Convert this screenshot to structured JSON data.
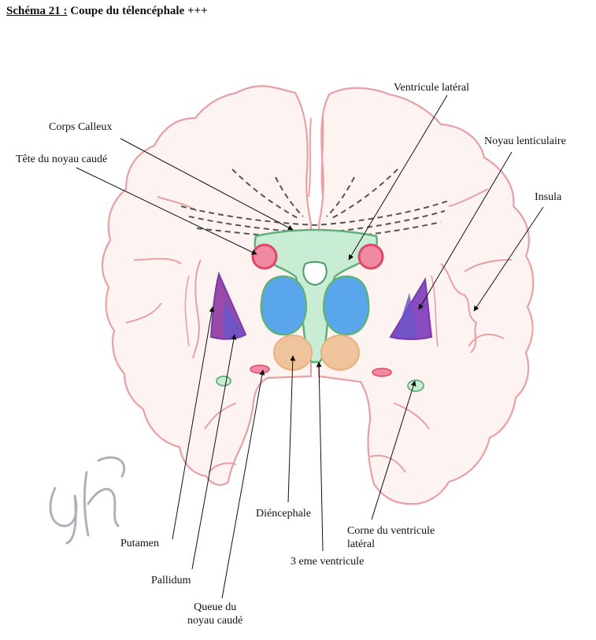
{
  "title": {
    "number": "Schéma 21 :",
    "text": "Coupe du télencéphale +++"
  },
  "labels": {
    "ventricule_lateral": "Ventricule latéral",
    "corps_calleux": "Corps Calleux",
    "noyau_lenticulaire": "Noyau lenticulaire",
    "tete_noyau_caude": "Tête du noyau caudé",
    "insula": "Insula",
    "dienecephale": "Diéncephale",
    "corne_line1": "Corne du ventricule",
    "corne_line2": "latéral",
    "putamen": "Putamen",
    "troisieme_ventricule": "3 eme ventricule",
    "pallidum": "Pallidum",
    "queue_line1": "Queue du",
    "queue_line2": "noyau caudé"
  },
  "colors": {
    "cortex_outline": "#e8a0a6",
    "cortex_fill": "#fdf4f2",
    "ventricle_green": "#5fb07a",
    "ventricle_fill": "#c9ecd4",
    "thalamus_blue": "#3f8fe0",
    "caudate_red": "#e0466a",
    "putamen_purple": "#7a3aa8",
    "pallidum_purple": "#6a55c8",
    "diencephalon_orange": "#e8b080",
    "leader_line": "#111111"
  },
  "icons": {
    "signature": "handwritten-signature-yh"
  }
}
